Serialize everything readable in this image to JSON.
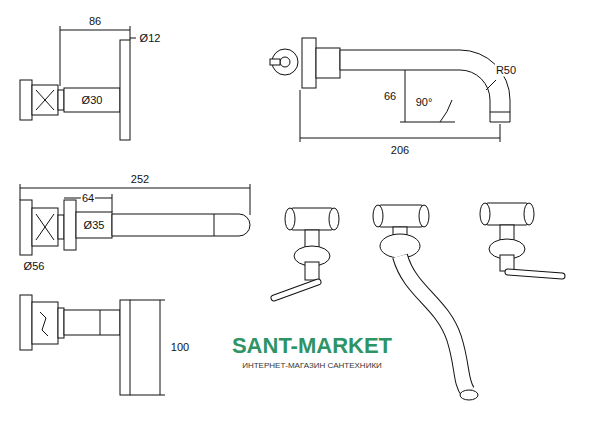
{
  "diagram": {
    "labels": [
      "86",
      "Ø12",
      "Ø30",
      "R50",
      "66",
      "90°",
      "206",
      "252",
      "64",
      "Ø35",
      "Ø56",
      "100",
      "SANT-MARKET",
      "ИНТЕРНЕТ-МАГАЗИН САНТЕХНИКИ"
    ]
  }
}
